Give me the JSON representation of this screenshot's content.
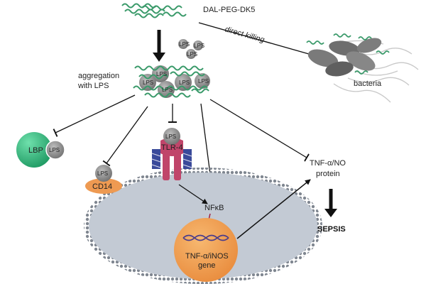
{
  "labels": {
    "dal_peg_dk5": "DAL-PEG-DK5",
    "direct_killing": "direct killing",
    "bacteria": "bacteria",
    "aggregation_line1": "aggregation",
    "aggregation_line2": "with LPS",
    "lbp": "LBP",
    "lps": "LPS",
    "cd14": "CD14",
    "tlr4": "TLR-4",
    "nfkb": "NFκB",
    "tnf_no_line1": "TNF-α/NO",
    "tnf_no_line2": "protein",
    "sepsis": "SEPSIS",
    "gene_line1": "TNF-α/iNOS",
    "gene_line2": "gene"
  },
  "colors": {
    "peptide": "#3a9a6a",
    "lps_particle": "#8c8c8c",
    "lbp": "#2eb27a",
    "cd14": "#ee9a52",
    "tlr4": "#c0456a",
    "cell_interior": "#c3cad4",
    "cell_membrane": "#7f8690",
    "nucleus": "#f0a050",
    "dna": "#4a3c8c",
    "bacteria_body": "#7a7a7a",
    "arrow": "#111111"
  }
}
